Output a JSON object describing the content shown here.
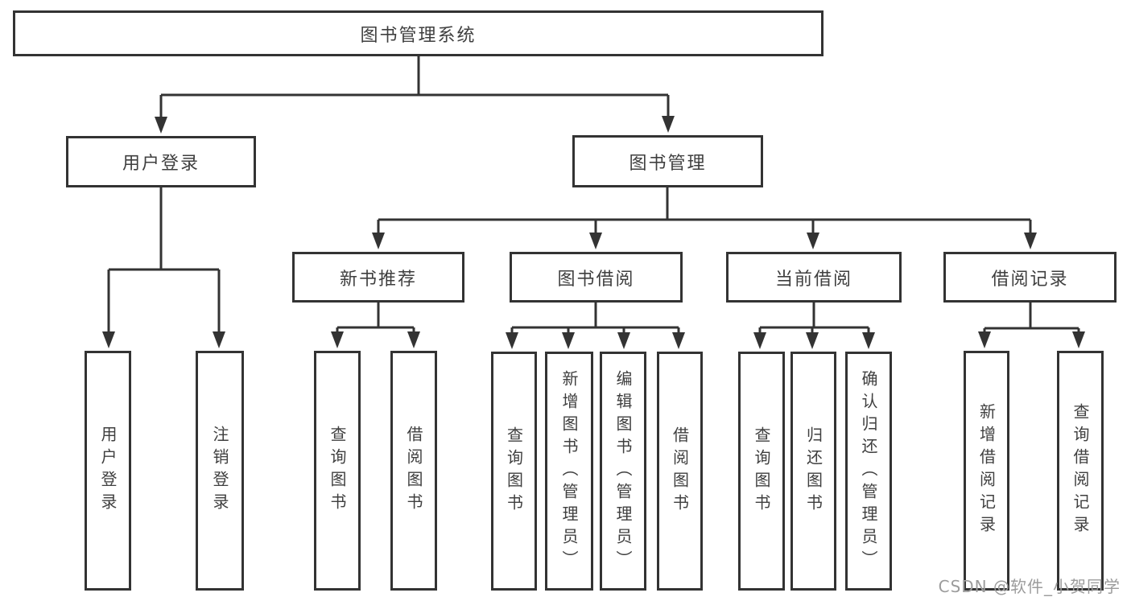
{
  "title": "图书管理系统",
  "nodes": {
    "user_login": "用户登录",
    "book_management": "图书管理",
    "new_book_recommend": "新书推荐",
    "book_borrow": "图书借阅",
    "current_borrow": "当前借阅",
    "borrow_records": "借阅记录"
  },
  "leaves": {
    "user_login": [
      "用户登录",
      "注销登录"
    ],
    "new_book_recommend": [
      "查询图书",
      "借阅图书"
    ],
    "book_borrow": [
      "查询图书",
      "新增图书（管理员）",
      "编辑图书（管理员）",
      "借阅图书"
    ],
    "current_borrow": [
      "查询图书",
      "归还图书",
      "确认归还（管理员）"
    ],
    "borrow_records": [
      "新增借阅记录",
      "查询借阅记录"
    ]
  },
  "watermark": "CSDN @软件_小贺同学",
  "colors": {
    "line": "#333333",
    "text": "#3f3f3f",
    "watermark": "#9c9c9c",
    "background": "#ffffff"
  }
}
